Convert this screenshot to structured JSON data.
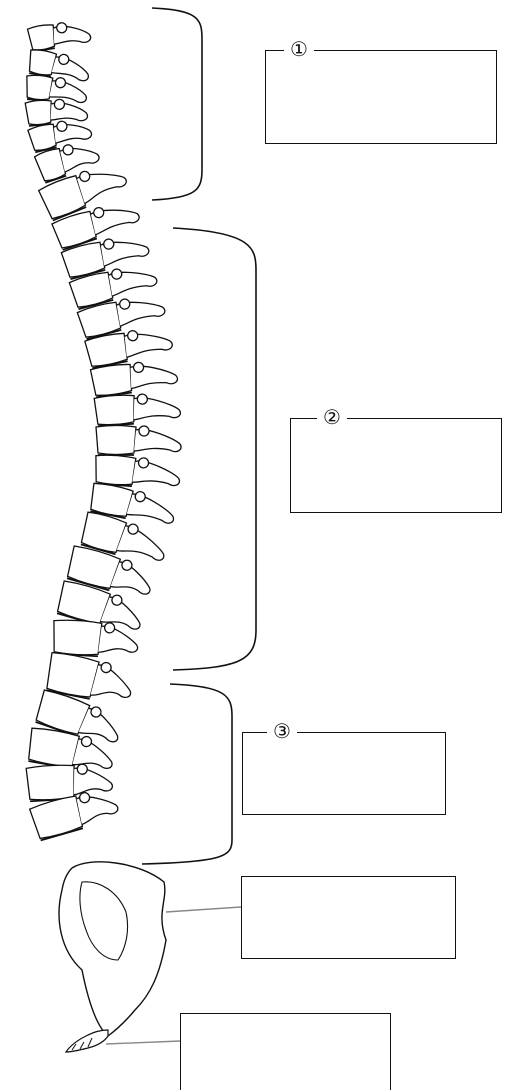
{
  "labels": {
    "box1": "①",
    "box2": "②",
    "box3": "③"
  },
  "colors": {
    "line": "#111111",
    "leader": "#888888",
    "background": "#ffffff"
  }
}
